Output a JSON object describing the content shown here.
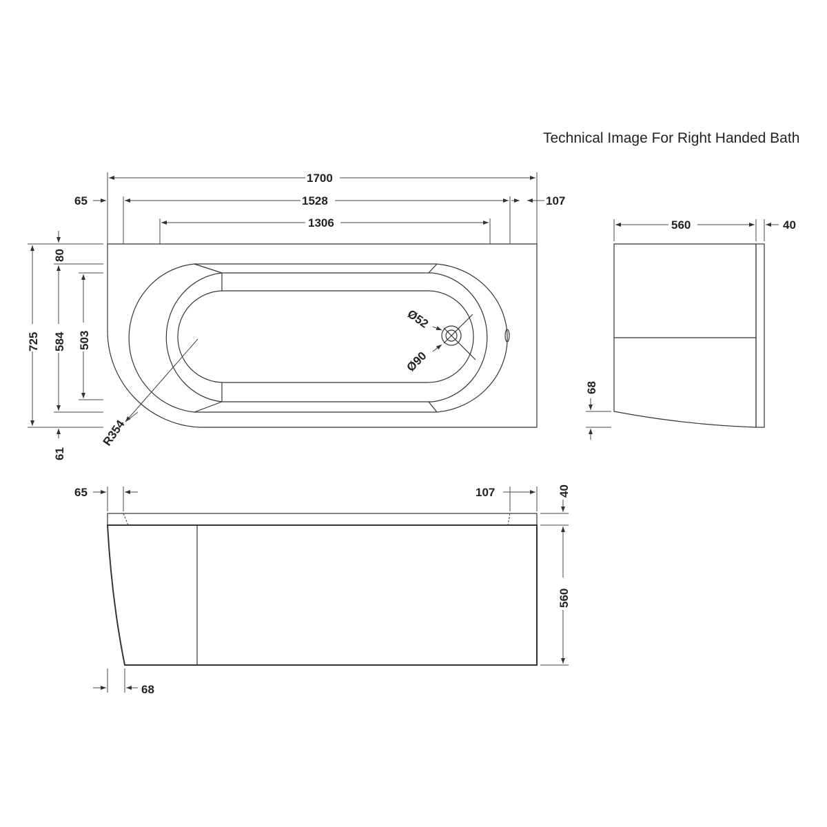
{
  "title": "Technical Image For Right Handed Bath",
  "plan_view": {
    "overall_length": "1700",
    "inner_length": "1528",
    "bowl_length": "1306",
    "left_offset": "65",
    "right_offset": "107",
    "overall_width": "725",
    "inner_width": "584",
    "bowl_width": "503",
    "top_offset": "80",
    "bottom_offset": "61",
    "radius": "R354",
    "waste_diameter": "Ø52",
    "waste_outer_diameter": "Ø90"
  },
  "end_view": {
    "depth": "560",
    "rim": "40",
    "curve_offset": "68"
  },
  "front_view": {
    "left_offset": "65",
    "right_offset": "107",
    "rim": "40",
    "height": "560",
    "curve_offset": "68"
  }
}
